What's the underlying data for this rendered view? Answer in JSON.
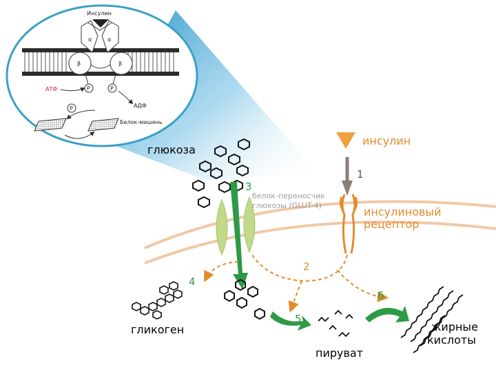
{
  "inset": {
    "insulin": "Инсулин",
    "alpha": "α",
    "beta": "β",
    "phosphate": "P",
    "atp": "АТФ",
    "adp": "АДФ",
    "target_protein": "Белок-мишень"
  },
  "labels": {
    "glucose": "глюкоза",
    "insulin": "инсулин",
    "receptor_line1": "инсулиновый",
    "receptor_line2": "рецептор",
    "transporter_line1": "белок-переносчик",
    "transporter_line2": "глюкозы (GLUT-4)",
    "glycogen": "гликоген",
    "pyruvate": "пируват",
    "fatty_acids_line1": "жирные",
    "fatty_acids_line2": "кислоты"
  },
  "steps": [
    "1",
    "2",
    "3",
    "4",
    "5",
    "6"
  ],
  "colors": {
    "orange": "#e58a2a",
    "green": "#2d9a45",
    "membrane": "#f1c9a6",
    "transporter": "#c3d98a",
    "inset_border": "#3a9fc6",
    "gray_arrow": "#8b7d78"
  }
}
